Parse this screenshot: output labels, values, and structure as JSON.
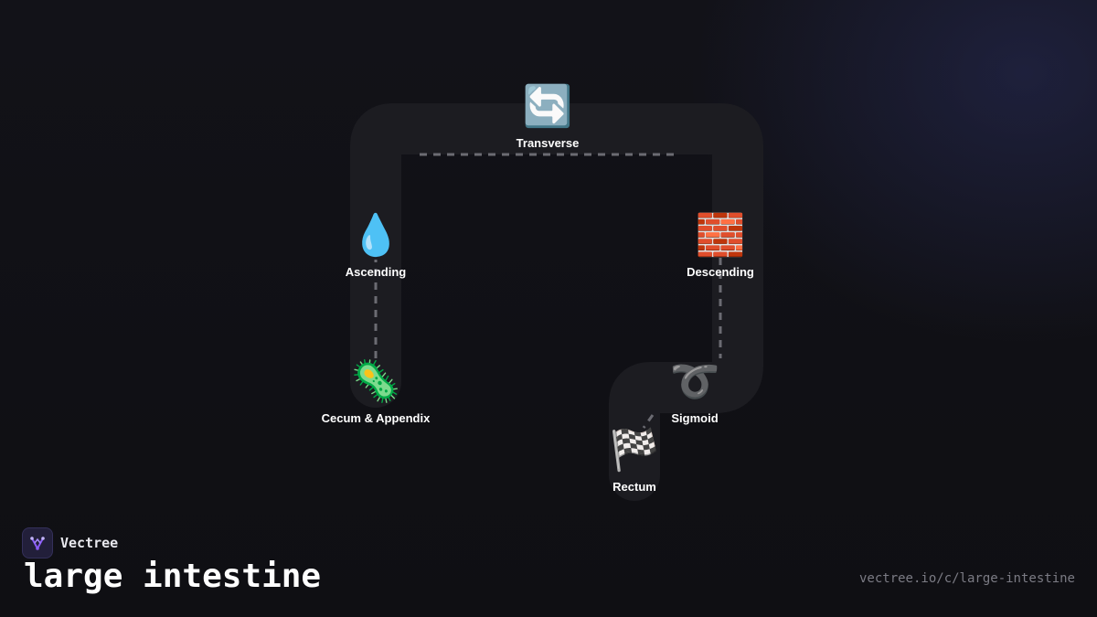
{
  "diagram": {
    "nodes": [
      {
        "id": "cecum",
        "icon": "microbe",
        "emoji": "🦠",
        "label": "Cecum & Appendix"
      },
      {
        "id": "ascending",
        "icon": "droplet",
        "emoji": "💧",
        "label": "Ascending"
      },
      {
        "id": "transverse",
        "icon": "arrows-cycle",
        "emoji": "🔄",
        "label": "Transverse"
      },
      {
        "id": "descending",
        "icon": "brick",
        "emoji": "🧱",
        "label": "Descending"
      },
      {
        "id": "sigmoid",
        "icon": "curly-loop",
        "emoji": "➰",
        "label": "Sigmoid"
      },
      {
        "id": "rectum",
        "icon": "checkered-flag",
        "emoji": "🏁",
        "label": "Rectum"
      }
    ]
  },
  "brand": {
    "name": "Vectree",
    "logo_color": "#8b5cf6"
  },
  "title": "large intestine",
  "url": "vectree.io/c/large-intestine",
  "colors": {
    "track": "#1c1c21",
    "dash": "#6b6b72",
    "background": "#101015"
  }
}
